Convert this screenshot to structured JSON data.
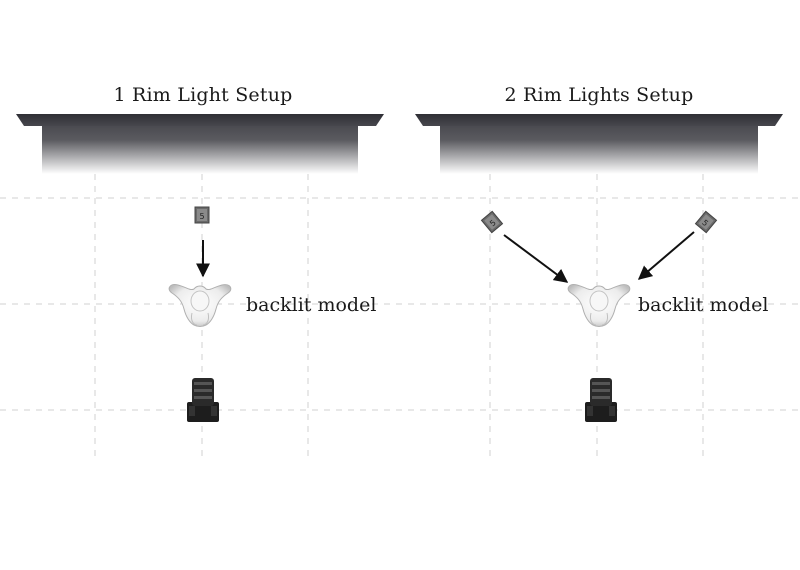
{
  "panels": [
    {
      "title": "1 Rim Light Setup",
      "model_label": "backlit model"
    },
    {
      "title": "2 Rim Lights Setup",
      "model_label": "backlit model"
    }
  ],
  "colors": {
    "backdrop_top": "#3e3e44",
    "backdrop_fade": "#ffffff",
    "grid": "#cfcfcf",
    "arrow": "#111111",
    "light": "#5a5a5a",
    "camera": "#1c1c1c"
  }
}
